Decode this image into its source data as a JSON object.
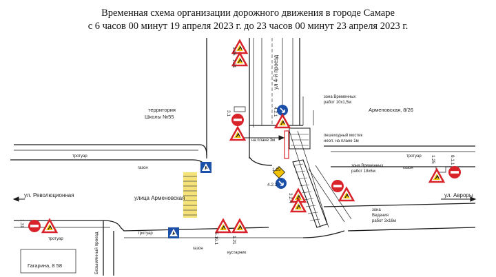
{
  "title": {
    "line1": "Временная схема организации дорожного движения в городе Самаре",
    "line2": "с 6 часов 00 минут 19 апреля 2023 г. до 23 часов 00 минут 23 апреля 2023 г."
  },
  "streets": {
    "armenian_center": "улица Арменовская",
    "revolutsionnaya": "ул. Революционная",
    "avrory": "ул. Авроры",
    "fourth_passage": "ул 4-й проезд",
    "bezymyanny_passage": "Безымянный проезд"
  },
  "labels": {
    "school_territory_1": "территория",
    "school_territory_2": "Школы №55",
    "address_26": "Арменовская, 8/26",
    "address_58": "Гагарина, 8 58",
    "work_zone_1": "зона Временных",
    "work_zone_2": "работ 10x1,5м",
    "work_zone_b_1": "зона Временных",
    "work_zone_b_2": "работ 18x6м",
    "work_zone_c_1": "зона",
    "work_zone_c_2": "Ведения",
    "work_zone_c_3": "работ 3x16м",
    "temp_walkway_1": "пешеходный мостик",
    "temp_walkway_2": "неоп. на плане 1м",
    "crossing_note": "на плане 3м",
    "curb_note": "кустарник",
    "lawn": "газон",
    "sidewalk": "тротуар"
  },
  "sign_codes": {
    "s125": "1.25",
    "s121": "1.21",
    "s427": "4.2.1",
    "s317": "3.1",
    "s816": "8.1.1",
    "s422": "4.2.2",
    "s321": "3.2.4",
    "s5191": "5.19.1",
    "s131": "1.31"
  },
  "colors": {
    "sign_red": "#d9232a",
    "sign_yellow": "#f2c200",
    "sign_blue": "#1b4fa8",
    "sign_white": "#ffffff",
    "crossing_yellow": "#f5e37a"
  }
}
